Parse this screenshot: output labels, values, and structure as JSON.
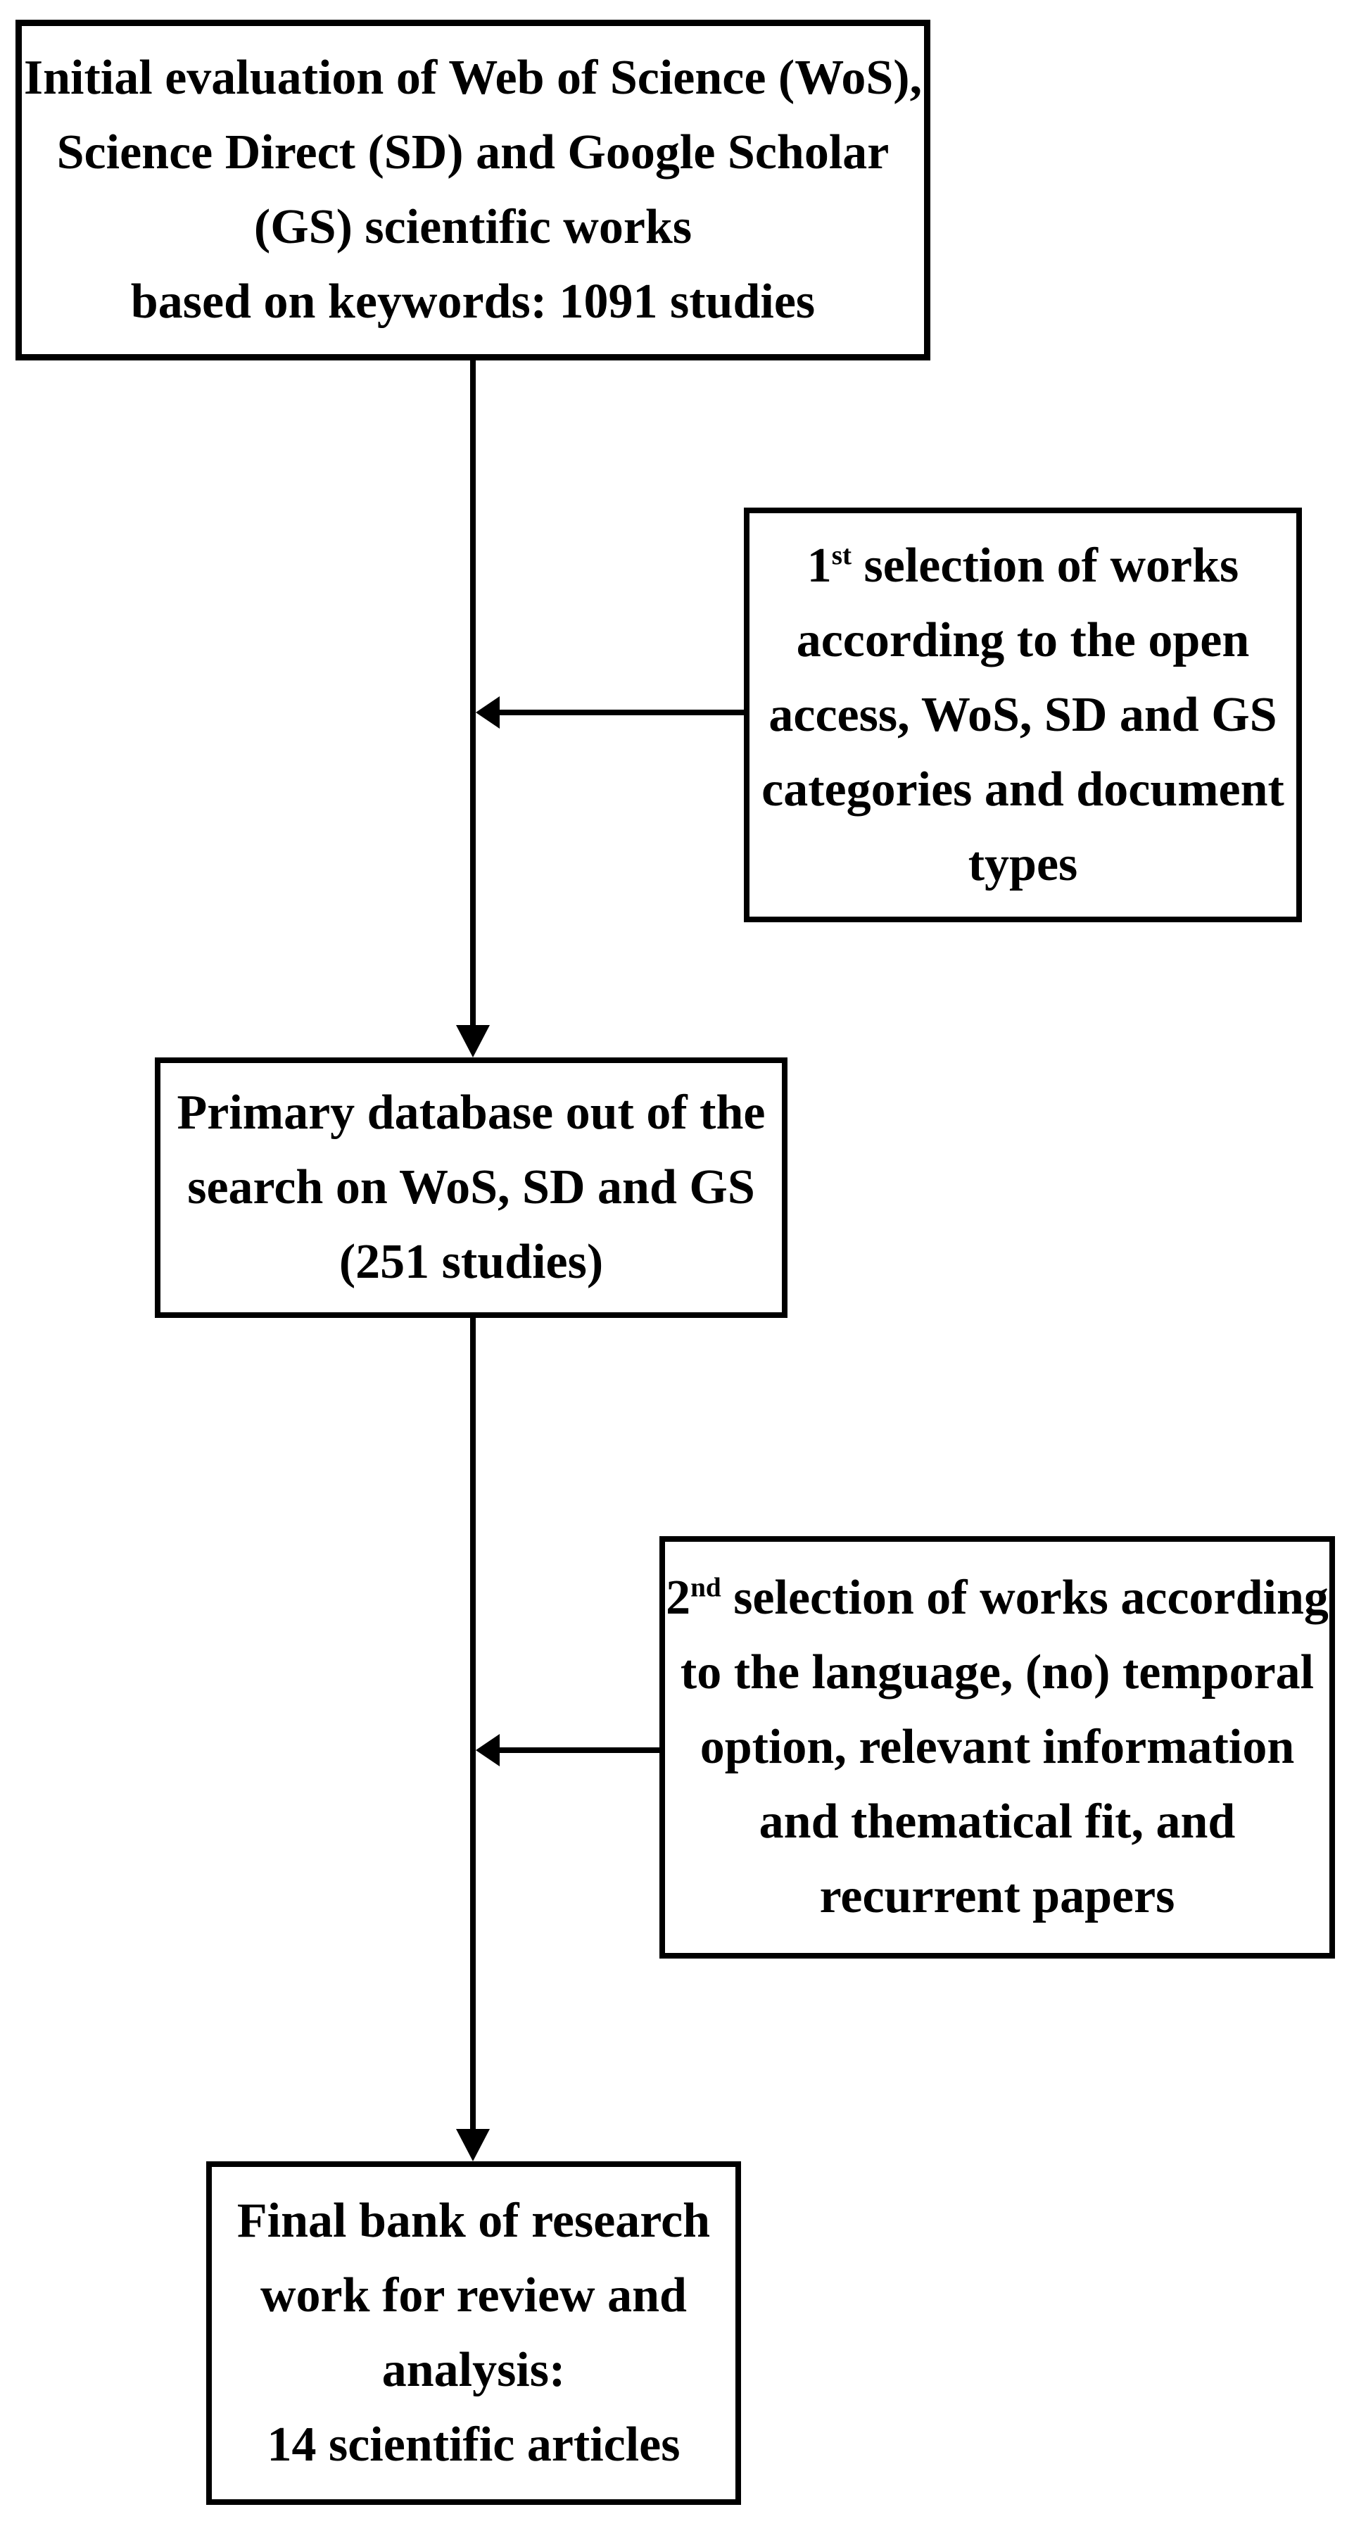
{
  "colors": {
    "ink": "#000000",
    "background": "#ffffff"
  },
  "boxes": {
    "initial": {
      "lines": [
        "Initial evaluation of Web of Science (WoS),",
        "Science Direct (SD) and Google Scholar",
        "(GS) scientific works",
        "based on keywords: 1091 studies"
      ]
    },
    "selection1": {
      "ordinal_base": "1",
      "ordinal_sup": "st",
      "first_line_rest": " selection of works",
      "lines": [
        "according to the open",
        "access, WoS, SD and GS",
        "categories and document",
        "types"
      ]
    },
    "primary": {
      "lines": [
        "Primary database out of the",
        "search on WoS, SD and GS",
        "(251 studies)"
      ]
    },
    "selection2": {
      "ordinal_base": "2",
      "ordinal_sup": "nd",
      "first_line_rest": " selection of works according",
      "lines": [
        "to the language, (no) temporal",
        "option, relevant information",
        "and thematical fit, and",
        "recurrent papers"
      ]
    },
    "final": {
      "lines": [
        "Final bank of research",
        "work for review and",
        "analysis:",
        "14 scientific articles"
      ]
    }
  }
}
